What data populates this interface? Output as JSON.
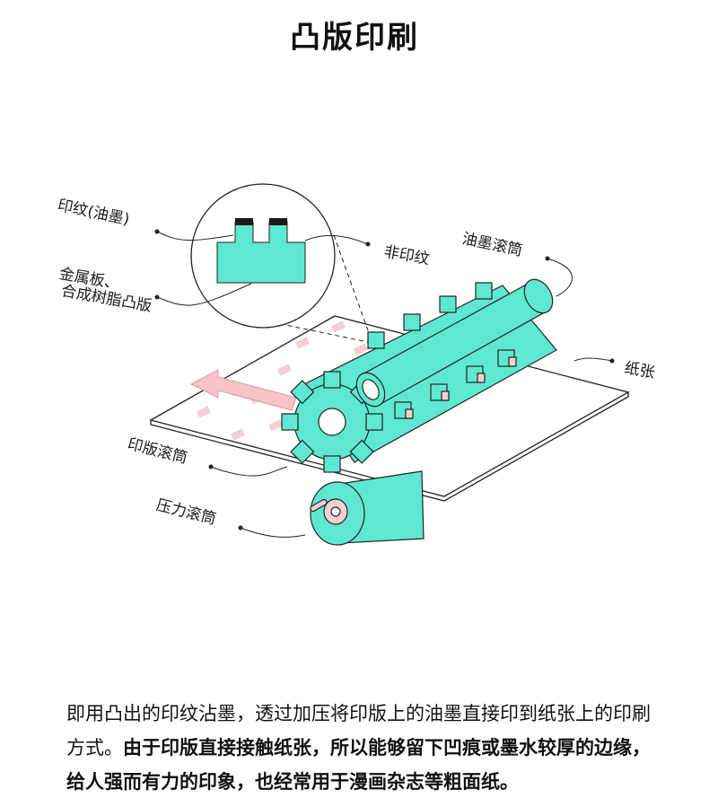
{
  "title": "凸版印刷",
  "labels": {
    "print_pattern": "印纹(油墨)",
    "plate_material_line1": "金属板、",
    "plate_material_line2": "合成树脂凸版",
    "non_print": "非印纹",
    "ink_roller": "油墨滚筒",
    "paper": "纸张",
    "plate_roller": "印版滚筒",
    "pressure_roller": "压力滚筒"
  },
  "description": {
    "part1": "即用凸出的印纹沾墨，透过加压将印版上的油墨直接印到纸张上的印刷方式。",
    "part2_bold": "由于印版直接接触纸张，所以能够留下凹痕或墨水较厚的边缘，给人强而有力的印象，也经常用于漫画杂志等粗面纸。"
  },
  "colors": {
    "roller": "#5ee8d2",
    "ink": "#1a1a1a",
    "arrow": "#f7c3c8",
    "dots": "#f3cfd3",
    "line": "#222222"
  }
}
